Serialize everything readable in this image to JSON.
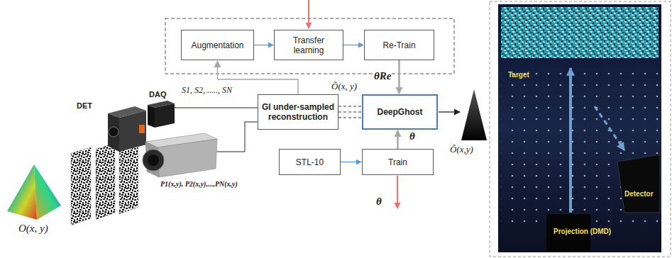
{
  "diagram": {
    "nodes": [
      {
        "text": [
          "Augmentation"
        ]
      },
      {
        "text": [
          "Transfer learning"
        ]
      },
      {
        "text": [
          "Re-Train"
        ]
      },
      {
        "text": [
          "GI under-sampled reconstruction"
        ]
      },
      {
        "text": [
          "DeepGhost"
        ]
      },
      {
        "text": [
          "STL-10"
        ]
      },
      {
        "text": [
          "Train"
        ]
      }
    ],
    "edges": [
      {
        "from": 0,
        "to": 1,
        "arrow": "to"
      },
      {
        "from": 1,
        "to": 2,
        "arrow": "to"
      },
      {
        "from": 2,
        "to": 4,
        "arrow": "to",
        "label": "θRe"
      },
      {
        "from": 3,
        "to": 4,
        "arrow": "none",
        "label": "Õ(x, y)"
      },
      {
        "from": 3,
        "to": 0,
        "arrow": "to"
      },
      {
        "from": 5,
        "to": 6,
        "arrow": "to"
      },
      {
        "from": 6,
        "to": 4,
        "arrow": "to",
        "label": "θ"
      }
    ],
    "labels": [
      "DET",
      "DAQ",
      "S1, S2, ....., SN",
      "P1(x,y), P2(x,y),...,PN(x,y)",
      "θ",
      "Ô(x,y)",
      "O(x, y)",
      "Target",
      "Detector",
      "Projection (DMD)"
    ]
  }
}
